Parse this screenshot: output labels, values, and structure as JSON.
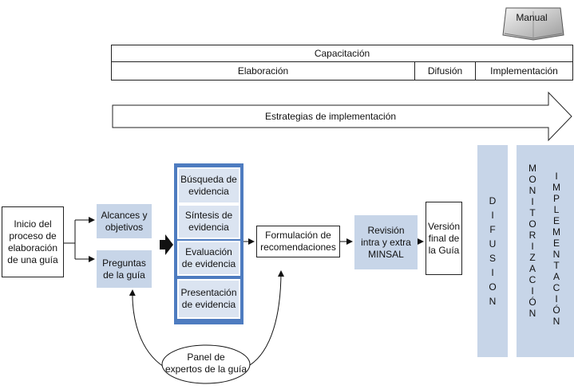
{
  "manual": {
    "label": "Manual"
  },
  "top": {
    "capacitacion": "Capacitación",
    "elaboracion": "Elaboración",
    "difusion": "Difusión",
    "implementacion": "Implementación"
  },
  "estrategias": "Estrategias de implementación",
  "boxes": {
    "inicio": [
      "Inicio del",
      "proceso de",
      "elaboración",
      "de una guía"
    ],
    "alcances": [
      "Alcances y",
      "objetivos"
    ],
    "preguntas": [
      "Preguntas",
      "de la guía"
    ],
    "busqueda": [
      "Búsqueda de",
      "evidencia"
    ],
    "sintesis": [
      "Síntesis de",
      "evidencia"
    ],
    "evaluacion": [
      "Evaluación",
      "de evidencia"
    ],
    "presentacion": [
      "Presentación",
      "de evidencia"
    ],
    "formulacion": [
      "Formulación de",
      "recomendaciones"
    ],
    "revision": [
      "Revisión",
      "intra y extra",
      "MINSAL"
    ],
    "version": [
      "Versión",
      "final de",
      "la Guía"
    ],
    "panel": [
      "Panel de",
      "expertos de la guía"
    ]
  },
  "vertical": {
    "difusion": [
      "D",
      "I",
      "F",
      "U",
      "S",
      "I",
      "O",
      "N"
    ],
    "monitorizacion": [
      "M",
      "O",
      "N",
      "I",
      "T",
      "O",
      "R",
      "I",
      "Z",
      "A",
      "C",
      "I",
      "Ó",
      "N"
    ],
    "implementacion": [
      "I",
      "M",
      "P",
      "L",
      "E",
      "M",
      "E",
      "N",
      "T",
      "A",
      "C",
      "I",
      "Ó",
      "N"
    ]
  },
  "colors": {
    "mid_blue": "#4e7cc0",
    "light_blue": "#c7d5e8",
    "inner_blue": "#dbe4f1"
  }
}
